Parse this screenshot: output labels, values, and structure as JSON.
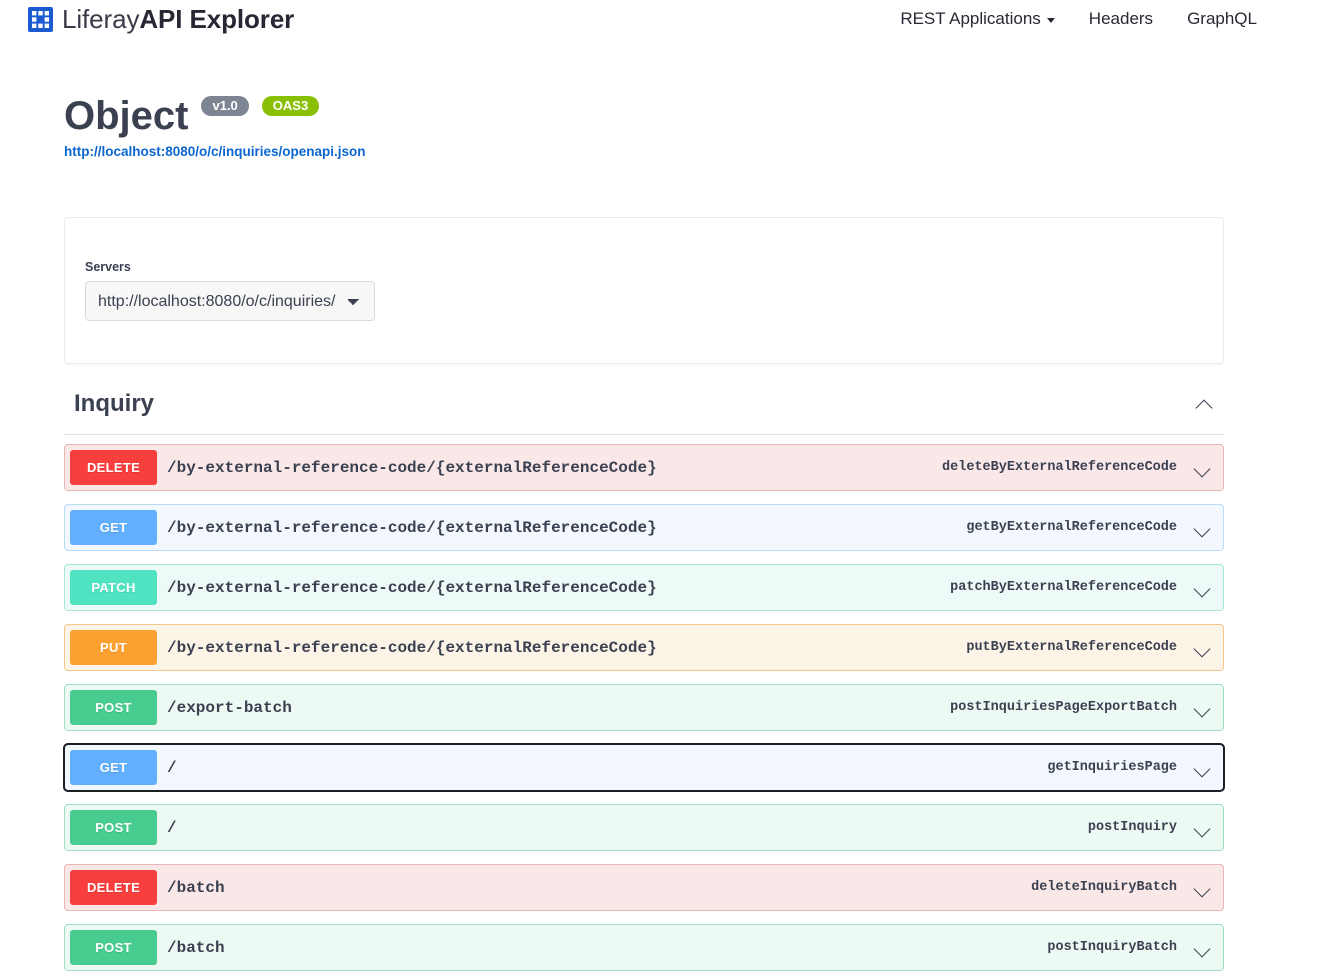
{
  "navbar": {
    "brand_icon": "liferay-logo-icon",
    "brand_light": "Liferay",
    "brand_bold": "API Explorer",
    "links": [
      {
        "label": "REST Applications",
        "has_caret": true,
        "icon": "chevron-down-icon"
      },
      {
        "label": "Headers",
        "has_caret": false
      },
      {
        "label": "GraphQL",
        "has_caret": false
      }
    ]
  },
  "info": {
    "title": "Object",
    "version_badge": "v1.0",
    "oas_badge": "OAS3",
    "spec_url": "http://localhost:8080/o/c/inquiries/openapi.json"
  },
  "servers": {
    "label": "Servers",
    "selected": "http://localhost:8080/o/c/inquiries/",
    "options": [
      "http://localhost:8080/o/c/inquiries/"
    ],
    "dropdown_icon": "chevron-down-icon"
  },
  "tag": {
    "name": "Inquiry",
    "expanded": true,
    "collapse_icon": "chevron-up-icon"
  },
  "operations": [
    {
      "method": "DELETE",
      "method_class": "delete",
      "path": "/by-external-reference-code/{externalReferenceCode}",
      "operation_id": "deleteByExternalReferenceCode",
      "expand_icon": "chevron-down-icon",
      "focused": false
    },
    {
      "method": "GET",
      "method_class": "get",
      "path": "/by-external-reference-code/{externalReferenceCode}",
      "operation_id": "getByExternalReferenceCode",
      "expand_icon": "chevron-down-icon",
      "focused": false
    },
    {
      "method": "PATCH",
      "method_class": "patch",
      "path": "/by-external-reference-code/{externalReferenceCode}",
      "operation_id": "patchByExternalReferenceCode",
      "expand_icon": "chevron-down-icon",
      "focused": false
    },
    {
      "method": "PUT",
      "method_class": "put",
      "path": "/by-external-reference-code/{externalReferenceCode}",
      "operation_id": "putByExternalReferenceCode",
      "expand_icon": "chevron-down-icon",
      "focused": false
    },
    {
      "method": "POST",
      "method_class": "post",
      "path": "/export-batch",
      "operation_id": "postInquiriesPageExportBatch",
      "expand_icon": "chevron-down-icon",
      "focused": false
    },
    {
      "method": "GET",
      "method_class": "get",
      "path": "/",
      "operation_id": "getInquiriesPage",
      "expand_icon": "chevron-down-icon",
      "focused": true
    },
    {
      "method": "POST",
      "method_class": "post",
      "path": "/",
      "operation_id": "postInquiry",
      "expand_icon": "chevron-down-icon",
      "focused": false
    },
    {
      "method": "DELETE",
      "method_class": "delete",
      "path": "/batch",
      "operation_id": "deleteInquiryBatch",
      "expand_icon": "chevron-down-icon",
      "focused": false
    },
    {
      "method": "POST",
      "method_class": "post",
      "path": "/batch",
      "operation_id": "postInquiryBatch",
      "expand_icon": "chevron-down-icon",
      "focused": false
    }
  ],
  "colors": {
    "delete": "#f93e3e",
    "get": "#61affe",
    "patch": "#50e3c2",
    "put": "#fca130",
    "post": "#49cc90",
    "oas_badge": "#89bf04",
    "version_badge": "#7d8492",
    "link": "#0b66d0",
    "brand": "#1b5ad0"
  }
}
